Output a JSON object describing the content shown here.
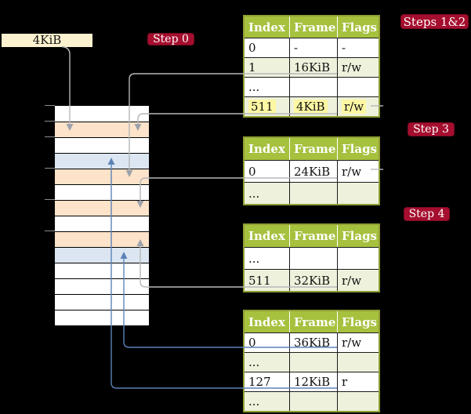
{
  "frame_box": {
    "label": "4KiB"
  },
  "badges": {
    "step0": "Step 0",
    "steps12": "Steps 1&2",
    "step3": "Step 3",
    "step4": "Step 4"
  },
  "memory_column": {
    "rows": [
      {
        "kind": "free"
      },
      {
        "kind": "page-table"
      },
      {
        "kind": "free"
      },
      {
        "kind": "page"
      },
      {
        "kind": "page-table"
      },
      {
        "kind": "free"
      },
      {
        "kind": "page-table"
      },
      {
        "kind": "free"
      },
      {
        "kind": "page-table"
      },
      {
        "kind": "page"
      },
      {
        "kind": "free"
      },
      {
        "kind": "free"
      },
      {
        "kind": "free"
      },
      {
        "kind": "free"
      }
    ]
  },
  "tables": [
    {
      "label": "steps 1 and 2 table",
      "headers": [
        "Index",
        "Frame",
        "Flags"
      ],
      "rows": [
        {
          "cells": [
            "0",
            "-",
            "-"
          ],
          "shade": "white"
        },
        {
          "cells": [
            "1",
            "16KiB",
            "r/w"
          ],
          "shade": "green"
        },
        {
          "cells": [
            "...",
            "",
            ""
          ],
          "shade": "white"
        },
        {
          "cells": [
            "511",
            "4KiB",
            "r/w"
          ],
          "shade": "green",
          "highlighted": true
        }
      ]
    },
    {
      "label": "step 3 table",
      "headers": [
        "Index",
        "Frame",
        "Flags"
      ],
      "rows": [
        {
          "cells": [
            "0",
            "24KiB",
            "r/w"
          ],
          "shade": "white"
        },
        {
          "cells": [
            "...",
            "",
            ""
          ],
          "shade": "green"
        }
      ]
    },
    {
      "label": "step 4 table",
      "headers": [
        "Index",
        "Frame",
        "Flags"
      ],
      "rows": [
        {
          "cells": [
            "...",
            "",
            ""
          ],
          "shade": "white"
        },
        {
          "cells": [
            "511",
            "32KiB",
            "r/w"
          ],
          "shade": "green"
        }
      ]
    },
    {
      "label": "final level table",
      "headers": [
        "Index",
        "Frame",
        "Flags"
      ],
      "rows": [
        {
          "cells": [
            "0",
            "36KiB",
            "r/w"
          ],
          "shade": "white"
        },
        {
          "cells": [
            "...",
            "",
            ""
          ],
          "shade": "green"
        },
        {
          "cells": [
            "127",
            "12KiB",
            "r"
          ],
          "shade": "white"
        },
        {
          "cells": [
            "...",
            "",
            ""
          ],
          "shade": "green"
        }
      ]
    }
  ],
  "colors": {
    "badge_red": "#a50e2e",
    "frame_box_cream": "#fdf2d0",
    "table_header_green": "#a6c13e",
    "table_border_olive": "#909d35",
    "table_row_green": "#eef2dc",
    "highlight_yellow": "#fdf7a3",
    "memory_page_table_orange": "#fce3c9",
    "memory_page_blue": "#dce6f2",
    "arrow_gray": "#b5b7ba",
    "arrow_blue": "#5d82b8"
  }
}
